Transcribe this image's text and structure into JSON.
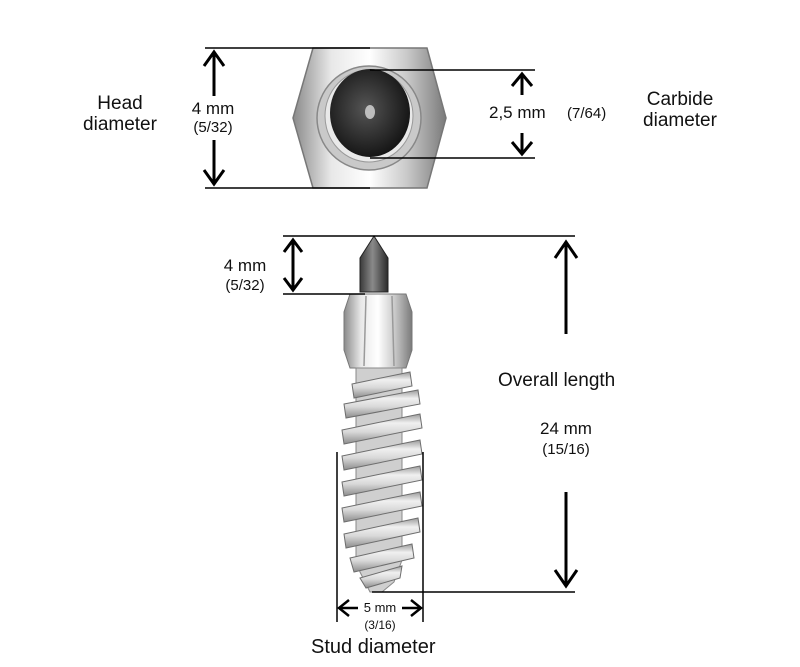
{
  "head_view": {
    "head_diameter": {
      "label_line1": "Head",
      "label_line2": "diameter",
      "value_mm": "4 mm",
      "value_in": "(5/32)"
    },
    "carbide_diameter": {
      "label_line1": "Carbide",
      "label_line2": "diameter",
      "value_mm": "2,5 mm",
      "value_in": "(7/64)"
    }
  },
  "side_view": {
    "tip_length": {
      "value_mm": "4 mm",
      "value_in": "(5/32)"
    },
    "overall_length": {
      "label": "Overall length",
      "value_mm": "24 mm",
      "value_in": "(15/16)"
    },
    "stud_diameter": {
      "label": "Stud diameter",
      "value_mm": "5 mm",
      "value_in": "(3/16)"
    }
  },
  "colors": {
    "line": "#000000",
    "metal_light": "#f2f2f2",
    "metal_mid": "#b9b9b9",
    "metal_dark": "#6e6e6e",
    "carbide": "#2a2a2a"
  }
}
